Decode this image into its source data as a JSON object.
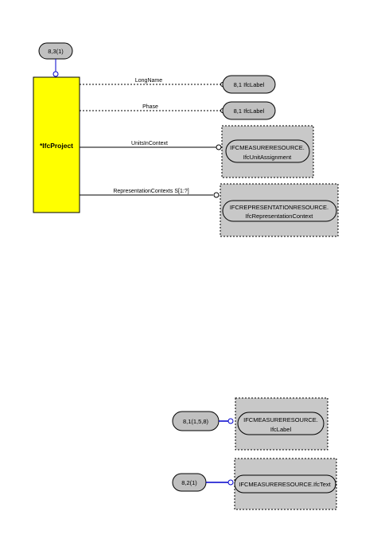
{
  "entity": {
    "name": "*IfcProject",
    "color": "#ffff00"
  },
  "page_refs": {
    "top": "8,3(1)",
    "long_name_target": "8,1  IfcLabel",
    "phase_target": "8,1  IfcLabel",
    "bottom_label_ref": "8,1(1,5,8)",
    "bottom_text_ref": "8,2(1)"
  },
  "attributes": {
    "long_name": "LongName",
    "phase": "Phase",
    "units_in_context": "UnitsInContext",
    "representation_contexts": "RepresentationContexts  S[1:?]"
  },
  "boxes": {
    "units": {
      "line1": "IFCMEASURERESOURCE.",
      "line2": "IfcUnitAssignment"
    },
    "repr": {
      "line1": "IFCREPRESENTATIONRESOURCE.",
      "line2": "IfcRepresentationContext"
    },
    "label": {
      "line1": "IFCMEASURERESOURCE.",
      "line2": "IfcLabel"
    },
    "text": {
      "line1": "IFCMEASURERESOURCE.IfcText"
    }
  },
  "colors": {
    "node_fill": "#c0c0c0",
    "box_fill": "#c8c8c8",
    "connector_blue": "#0000cc"
  }
}
